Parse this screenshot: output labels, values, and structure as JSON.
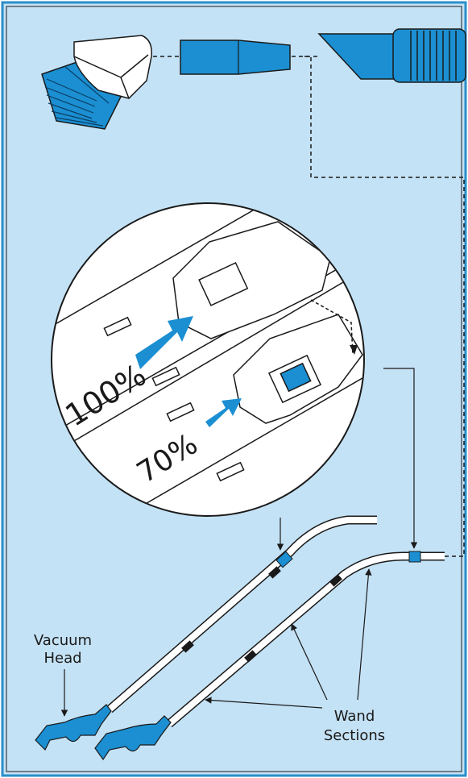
{
  "labels": {
    "pct_100": "100%",
    "pct_70": "70%",
    "vacuum_head_line1": "Vacuum",
    "vacuum_head_line2": "Head",
    "wand_line1": "Wand",
    "wand_line2": "Sections"
  },
  "colors": {
    "panel": "#c4e2f5",
    "accent": "#1b8fd2",
    "border": "#2a8fc9",
    "line": "#1a1a1a"
  },
  "icons": [
    "brush-attachment-icon",
    "extension-nozzle-icon",
    "crevice-tool-icon",
    "hose-end-icon",
    "vacuum-head-icon"
  ]
}
